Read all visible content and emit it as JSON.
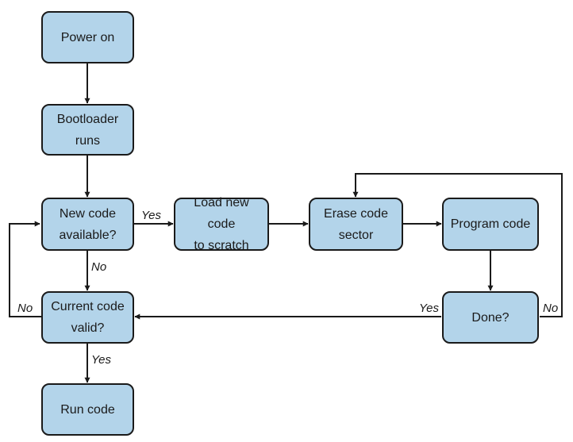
{
  "nodes": {
    "power_on": "Power on",
    "bootloader_runs": "Bootloader\nruns",
    "new_code_available": "New code\navailable?",
    "current_code_valid": "Current code\nvalid?",
    "run_code": "Run code",
    "load_new_code": "Load new code\nto scratch",
    "erase_code_sector": "Erase code\nsector",
    "program_code": "Program code",
    "done": "Done?"
  },
  "edge_labels": {
    "new_code_yes": "Yes",
    "new_code_no": "No",
    "current_code_no": "No",
    "current_code_yes": "Yes",
    "done_yes": "Yes",
    "done_no": "No"
  },
  "colors": {
    "node_fill": "#b3d4ea",
    "stroke": "#1a1a1a"
  }
}
